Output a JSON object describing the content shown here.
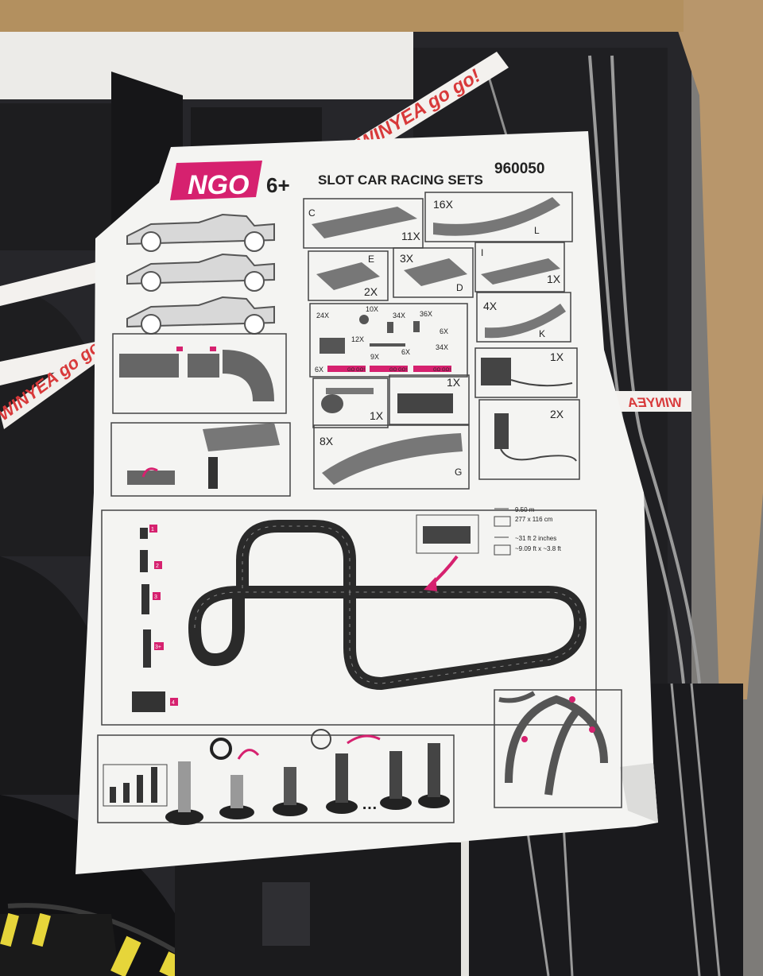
{
  "sheet": {
    "brand": "NGO",
    "age": "6+",
    "title": "SLOT CAR RACING SETS",
    "model": "960050"
  },
  "parts": [
    {
      "qty": "11X",
      "code": "C"
    },
    {
      "qty": "16X",
      "code": "L"
    },
    {
      "qty": "2X",
      "code": "E"
    },
    {
      "qty": "3X",
      "code": "D"
    },
    {
      "qty": "1X",
      "code": "I"
    },
    {
      "qty": "4X",
      "code": "K"
    },
    {
      "qty": "8X",
      "code": "G"
    }
  ],
  "accessories": {
    "adapter_qty": "1X",
    "controller_qty": "2X",
    "lap_counter_qty": "1X",
    "pit_gate_qty": "1X"
  },
  "small_parts": {
    "q1": "24X",
    "q2": "10X",
    "q3": "34X",
    "q4": "36X",
    "q5": "6X",
    "q6": "12X",
    "q7": "9X",
    "q8": "6X",
    "q9": "34X",
    "q10": "6X",
    "strip_qty": "6X",
    "strip_label": "GO GO!"
  },
  "dimensions": {
    "metric_length": "9.50 m",
    "metric_size": "277 x 116 cm",
    "imperial_length": "~31 ft 2 inches",
    "imperial_size": "~9.09 ft x ~3.8 ft"
  },
  "tape": {
    "text_a": "WINYEA go go!",
    "text_b": "WINYEA"
  },
  "colors": {
    "accent": "#d6216f",
    "tape_red": "#d8393a",
    "track": "#1c1c1e",
    "box": "#b89468"
  },
  "pier_steps": [
    "1",
    "2",
    "3",
    "3+",
    "4"
  ],
  "ellipsis": "…"
}
